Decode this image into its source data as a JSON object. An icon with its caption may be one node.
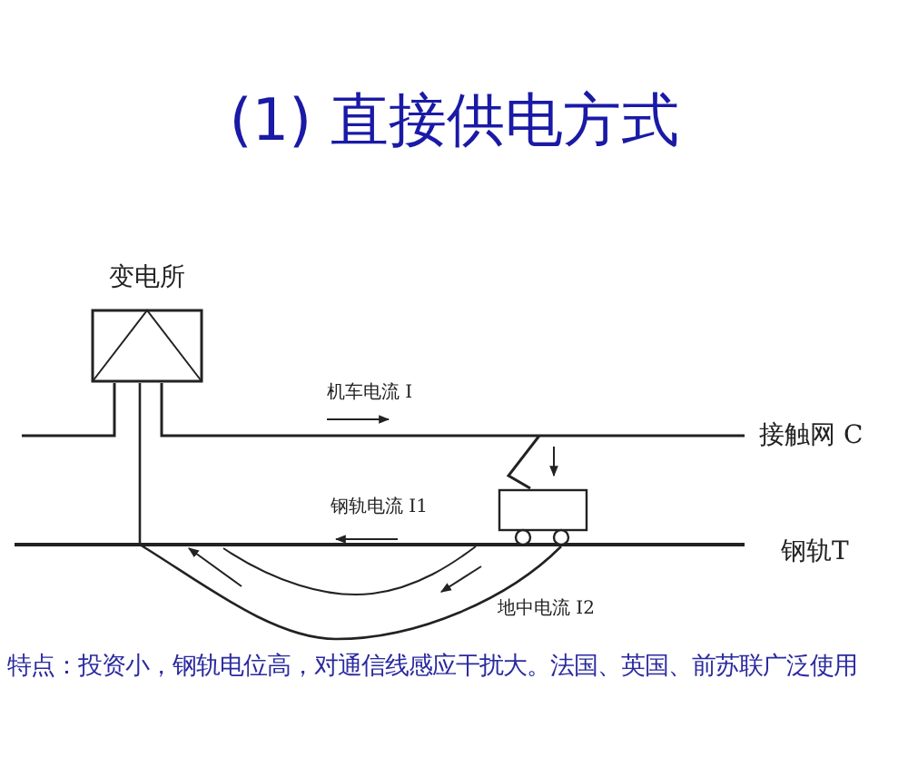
{
  "diagram": {
    "title": "(1) 直接供电方式",
    "caption": "特点：投资小，钢轨电位高，对通信线感应干扰大。法国、英国、前苏联广泛使用",
    "nodes": [
      {
        "text": [
          "变电所"
        ]
      },
      {
        "text": [],
        "shape": "box"
      }
    ],
    "edges": [
      {
        "from": 0,
        "to": null,
        "arrow": "none"
      },
      {
        "from": 0,
        "to": 1,
        "arrow": "none"
      },
      {
        "from": 0,
        "to": 1,
        "arrow": "none"
      }
    ],
    "labels": [
      "机车电流 I",
      "接触网 C",
      "钢轨电流 I1",
      "钢轨T",
      "地中电流 I2"
    ]
  }
}
